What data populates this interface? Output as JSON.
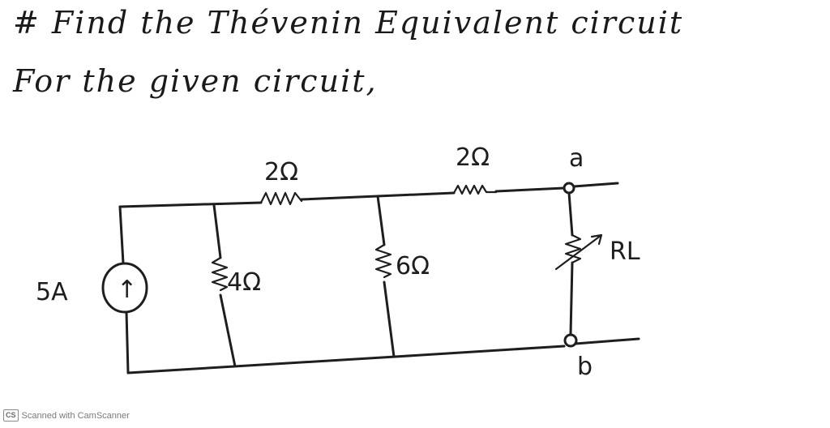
{
  "problem": {
    "line1": "# Find the Thévenin Equivalent circuit",
    "line2": "For the given circuit,"
  },
  "circuit": {
    "source_label": "5A",
    "source_arrow": "↑",
    "r_shunt_left": "4Ω",
    "r_series_1": "2Ω",
    "r_shunt_mid": "6Ω",
    "r_series_2": "2Ω",
    "load_label": "RL",
    "terminal_a": "a",
    "terminal_b": "b"
  },
  "footer": {
    "logo": "CS",
    "text": "Scanned with CamScanner"
  }
}
